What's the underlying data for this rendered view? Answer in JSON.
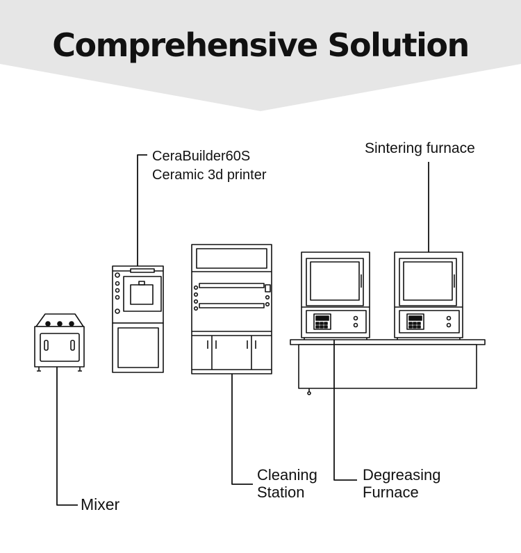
{
  "title": "Comprehensive Solution",
  "colors": {
    "banner": "#e6e6e6",
    "ink": "#111111",
    "background": "#ffffff"
  },
  "equipment": {
    "printer": {
      "name": "CeraBuilder60S",
      "description": "Ceramic 3d printer"
    },
    "sintering_furnace": {
      "label": "Sintering furnace"
    },
    "cleaning_station": {
      "line1": "Cleaning",
      "line2": "Station"
    },
    "degreasing_furnace": {
      "line1": "Degreasing",
      "line2": "Furnace"
    },
    "mixer": {
      "label": "Mixer"
    }
  }
}
